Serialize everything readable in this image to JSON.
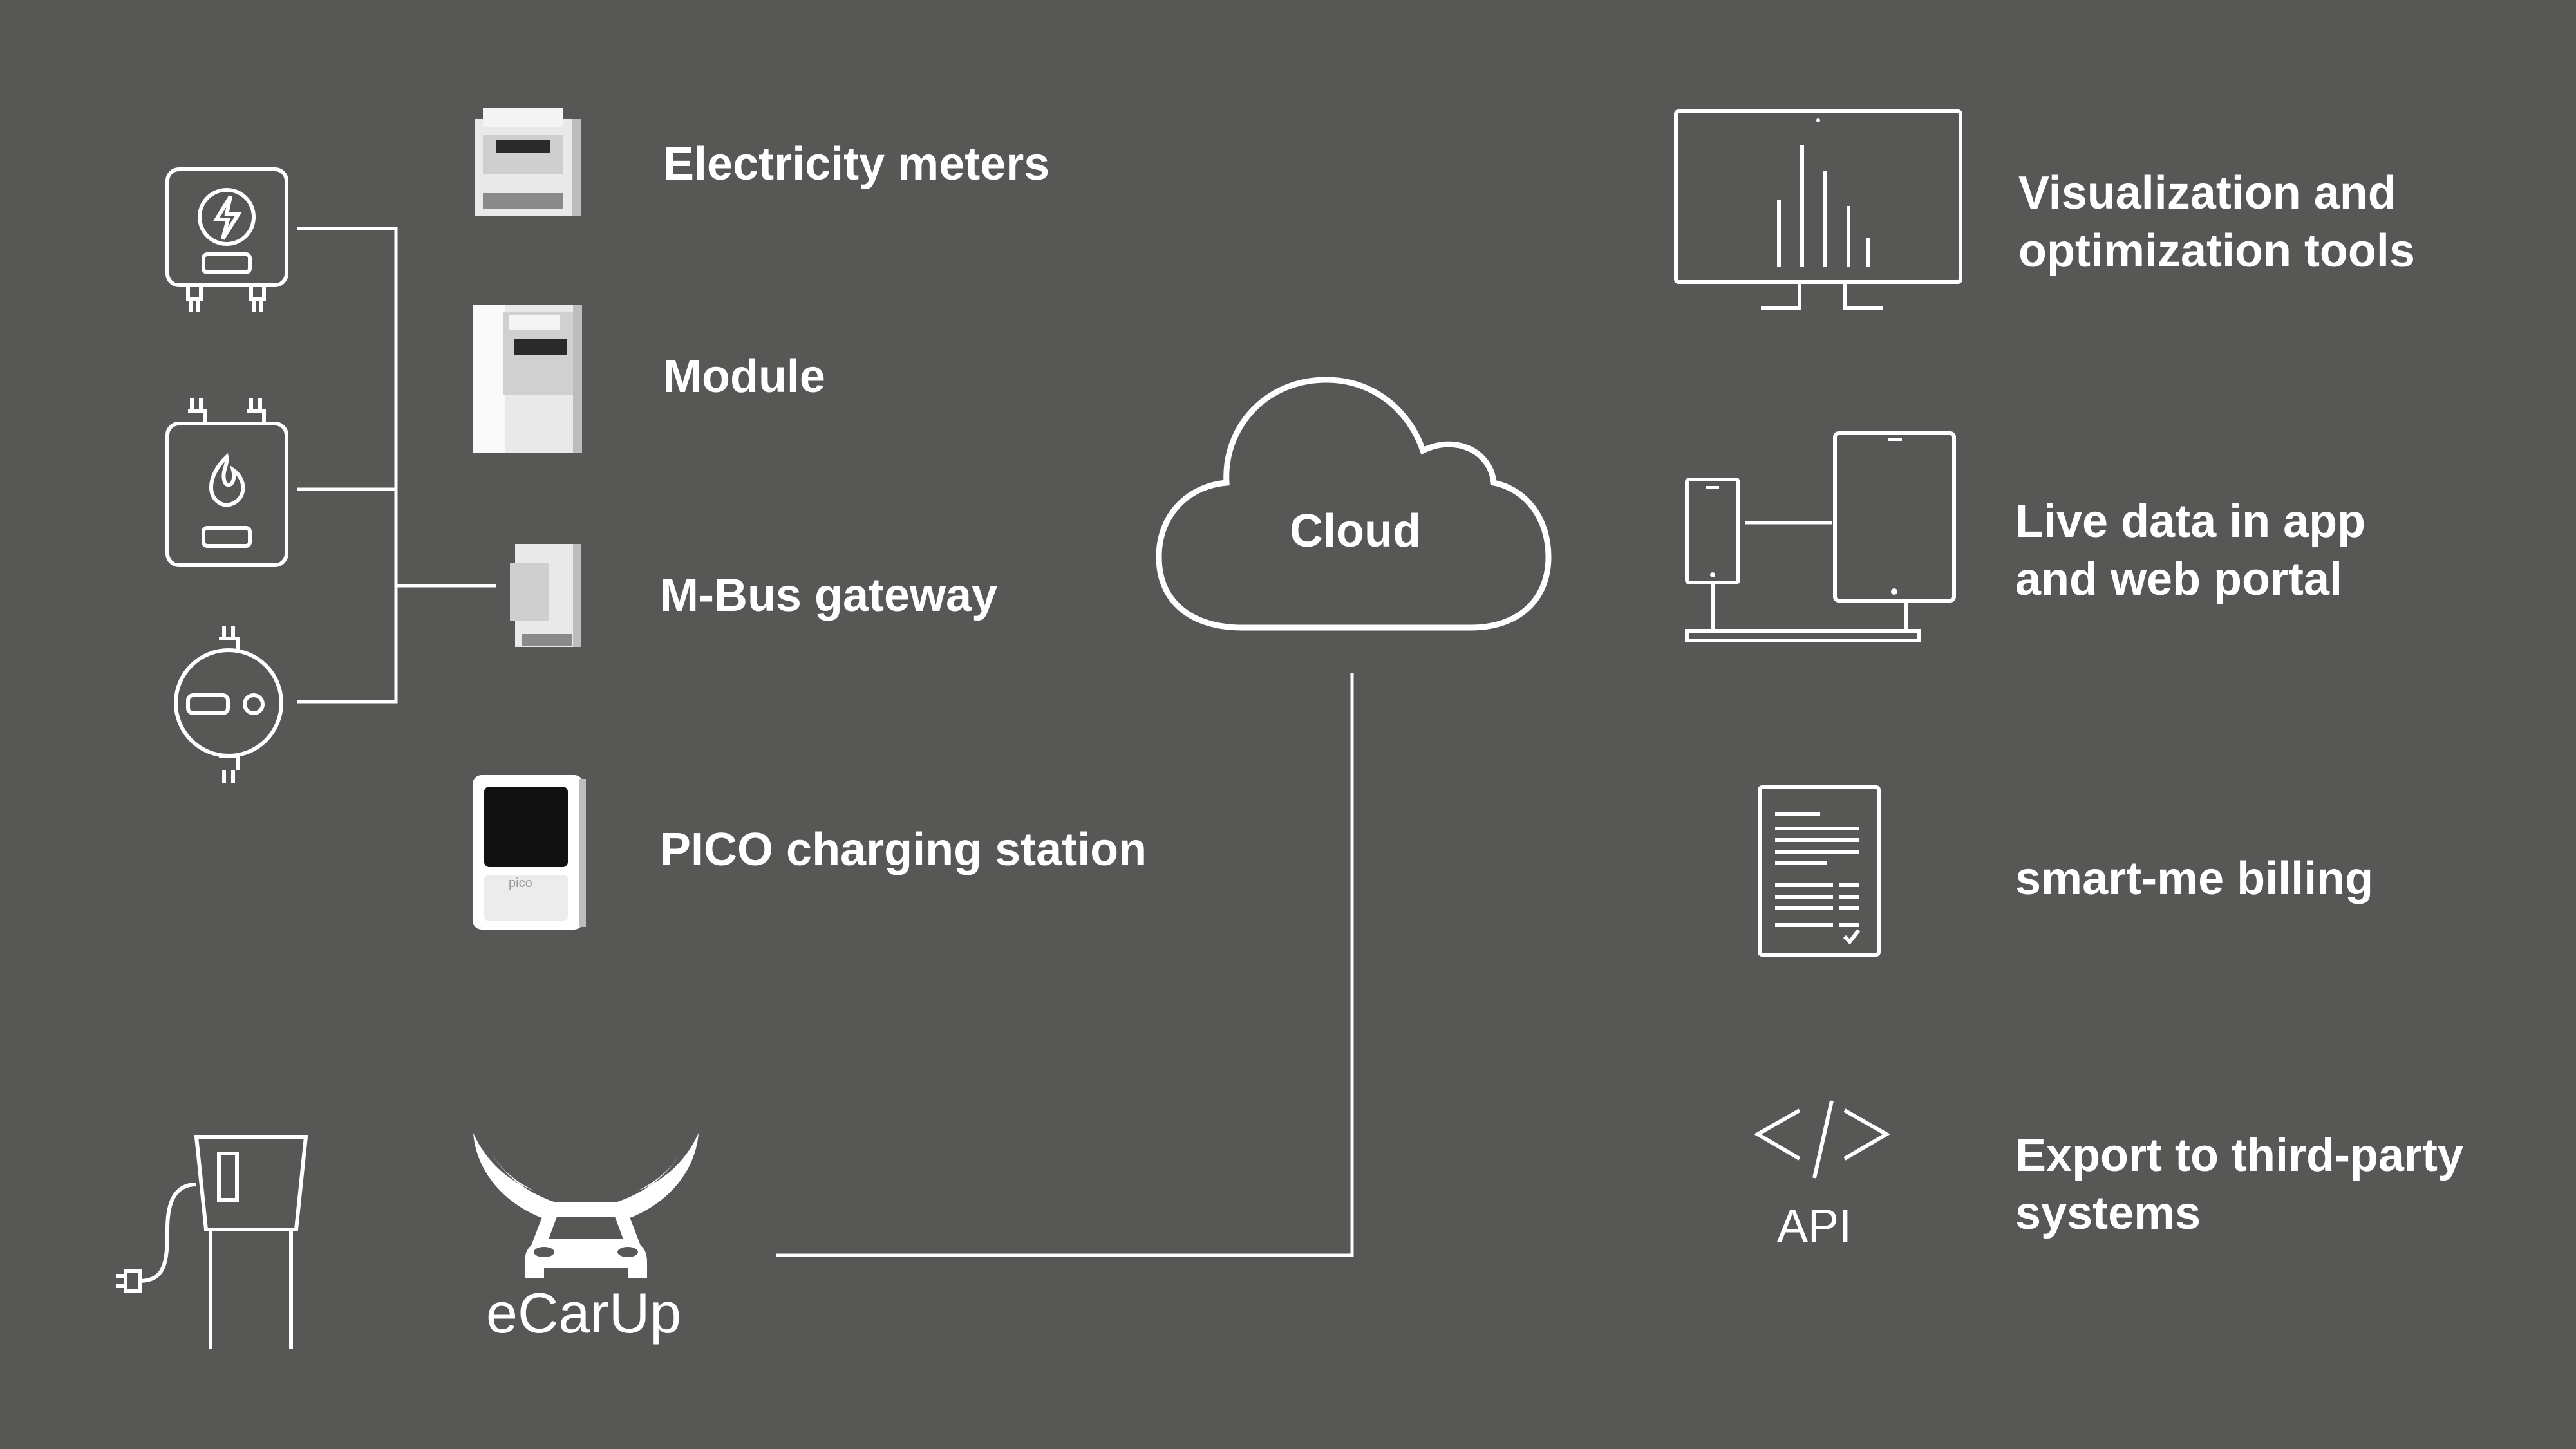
{
  "devices": [
    {
      "label": "Electricity meters"
    },
    {
      "label": "Module"
    },
    {
      "label": "M-Bus gateway"
    },
    {
      "label": "PICO charging station"
    }
  ],
  "cloud": {
    "label": "Cloud"
  },
  "ecarup": {
    "label": "eCarUp"
  },
  "pico_badge": "pico",
  "services": [
    {
      "line1": "Visualization and",
      "line2": "optimization tools"
    },
    {
      "line1": "Live data in app",
      "line2": "and web portal"
    },
    {
      "line1": "smart-me billing",
      "line2": ""
    },
    {
      "line1": "Export to third-party",
      "line2": "systems"
    }
  ],
  "api_label": "API",
  "colors": {
    "background": "#575756",
    "line": "#ffffff",
    "device_fill": "#e6e6e6"
  }
}
